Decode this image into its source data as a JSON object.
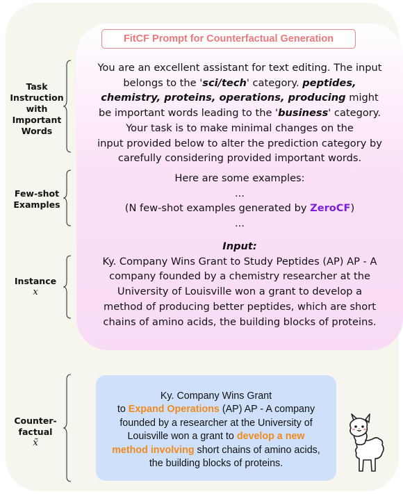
{
  "title": "FitCF Prompt for Counterfactual Generation",
  "labels": {
    "task": [
      "Task",
      "Instruction",
      "with",
      "Important",
      "Words"
    ],
    "fewshot": [
      "Few-shot",
      "Examples"
    ],
    "instance": [
      "Instance"
    ],
    "instance_sym": "x",
    "counterfactual": [
      "Counter-",
      "factual"
    ],
    "counterfactual_sym": "x̃"
  },
  "task": {
    "l1": "You are an excellent assistant for text editing. The input",
    "l2a": "belongs to the '",
    "l2b": "sci/tech",
    "l2c": "' category. ",
    "l2d": "peptides,",
    "l3a": "chemistry, proteins, operations, producing",
    "l3b": " might",
    "l4a": "be important words leading to the '",
    "l4b": "business",
    "l4c": "' category.",
    "l5": "Your task is to make minimal changes on the",
    "l6": "input provided below to alter the prediction category by",
    "l7": "carefully considering provided important words."
  },
  "fewshot": {
    "l1": "Here are some examples:",
    "l2": "...",
    "l3a": "(N few-shot examples generated by ",
    "l3b": "ZeroCF",
    "l3c": ")",
    "l4": "..."
  },
  "instance": {
    "label": "Input:",
    "lines": [
      "Ky. Company Wins Grant to Study Peptides (AP) AP - A",
      "company founded by a chemistry researcher at the",
      "University of Louisville won a grant to develop a",
      "method of producing better peptides, which are short",
      "chains of amino acids, the building blocks of proteins."
    ]
  },
  "counterfactual": {
    "l1": "Ky. Company Wins Grant",
    "l2a": "to ",
    "l2b": "Expand Operations",
    "l2c": " (AP) AP - A company",
    "l3": "founded by a researcher at the University of",
    "l4a": "Louisville won a grant to ",
    "l4b": "develop a new",
    "l5a": "method involving",
    "l5b": " short chains of amino acids,",
    "l6": "the building blocks of proteins."
  },
  "colors": {
    "title": "#e8787c",
    "zerocf": "#7b1fd6",
    "highlight": "#f08a1c",
    "cf_box": "#cfe1fa",
    "background": "#f6f5ee"
  },
  "icons": {
    "llama": "llama-icon",
    "brace": "curly-brace"
  }
}
